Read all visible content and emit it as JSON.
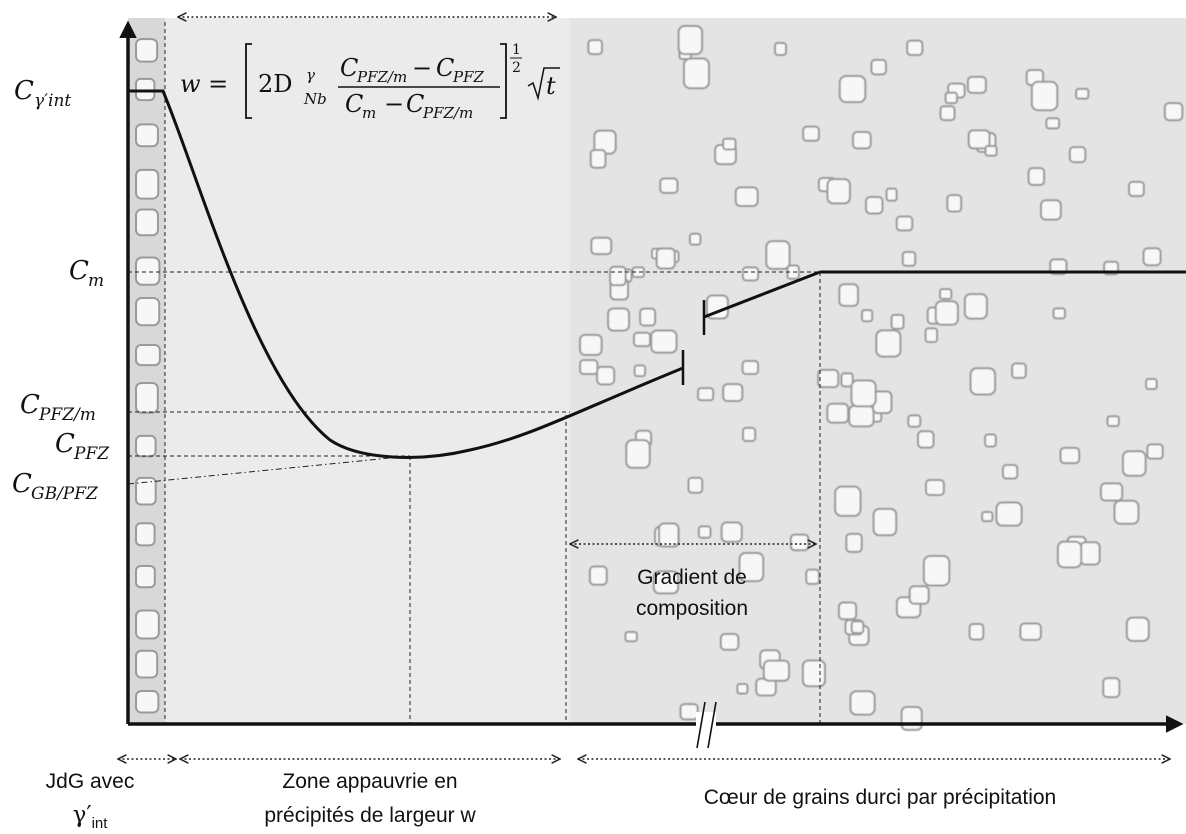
{
  "y_labels": {
    "c_gamma_int": {
      "base": "C",
      "sub": "γ′int"
    },
    "c_m": {
      "base": "C",
      "sub": "m"
    },
    "c_pfz_m": {
      "base": "C",
      "sub": "PFZ/m"
    },
    "c_pfz": {
      "base": "C",
      "sub": "PFZ"
    },
    "c_gb_pfz": {
      "base": "C",
      "sub": "GB/PFZ"
    }
  },
  "formula": {
    "lhs": "w =",
    "coef": "2D",
    "coef_sup": "γ",
    "coef_sub": "Nb",
    "numerator": "C",
    "numerator_sub": "PFZ/m",
    "minus": "−",
    "numerator2": "C",
    "numerator2_sub": "PFZ",
    "denominator": "C",
    "denominator_sub": "m",
    "denominator2": "C",
    "denominator2_sub": "PFZ/m",
    "exponent_num": "1",
    "exponent_den": "2",
    "sqrt_var": "t"
  },
  "annotations": {
    "gradient_line1": "Gradient de",
    "gradient_line2": "composition"
  },
  "zones": {
    "gb_line1": "JdG avec",
    "gb_line2": "γ′",
    "gb_line2_sub": "int",
    "pfz_line1": "Zone appauvrie en",
    "pfz_line2": "précipités de largeur w",
    "core": "Cœur de grains durci par précipitation"
  },
  "colors": {
    "micrograph_bg": "#e6e6e6",
    "pfz_bg": "#ececec",
    "precipitate": "#f7f7f7",
    "precipitate_edge": "#9a9a9a",
    "curve": "#111111"
  }
}
